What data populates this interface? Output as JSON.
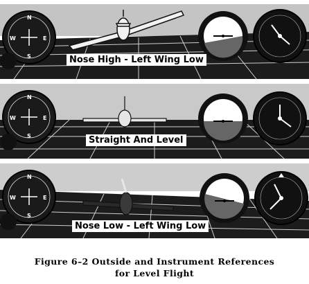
{
  "panels": [
    {
      "label": "Nose High - Left Wing Low"
    },
    {
      "label": "Straight And Level"
    },
    {
      "label": "Nose Low - Left Wing Low"
    }
  ],
  "caption": {
    "line1": "Figure 6–2   Outside and Instrument References",
    "line2": "for Level Flight"
  },
  "compass_letters": [
    "N",
    "E",
    "S",
    "W"
  ],
  "colors": {
    "ink": "#141414",
    "paper": "#ffffff",
    "sky": "#bdbdbd"
  }
}
